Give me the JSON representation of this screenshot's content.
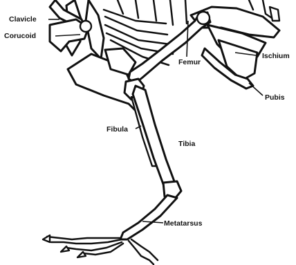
{
  "labels": {
    "clavicle": "Clavicle",
    "coracoid": "Corucoid",
    "femur": "Femur",
    "ischium": "Ischium",
    "pubis": "Pubis",
    "fibula": "Fibula",
    "tibia": "Tibia",
    "metatarsus": "Metatarsus"
  }
}
